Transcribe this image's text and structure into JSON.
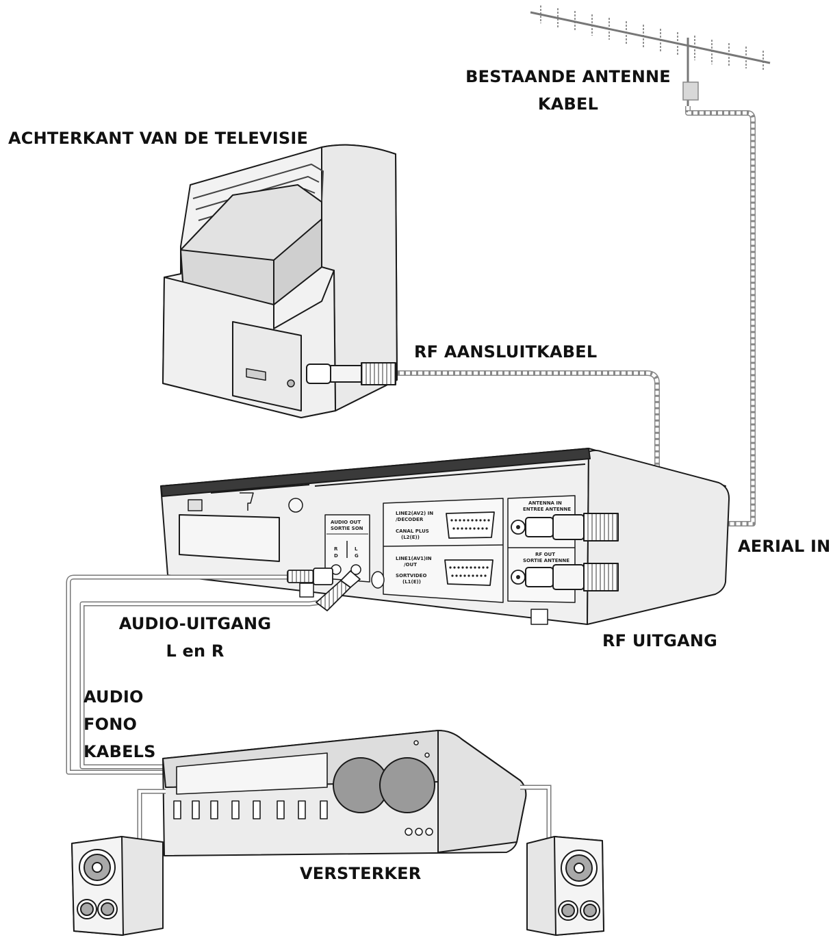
{
  "labels": {
    "antenna_line1": "BESTAANDE ANTENNE",
    "antenna_line2": "KABEL",
    "tv_back": "ACHTERKANT VAN DE TELEVISIE",
    "rf_cable": "RF AANSLUITKABEL",
    "aerial_in": "AERIAL IN",
    "rf_out": "RF UITGANG",
    "audio_out_line1": "AUDIO-UITGANG",
    "audio_out_line2": "L en R",
    "audio_cables_line1": "AUDIO",
    "audio_cables_line2": "FONO",
    "audio_cables_line3": "KABELS",
    "amplifier": "VERSTERKER"
  },
  "vcr_panel": {
    "audio_header_1": "AUDIO OUT",
    "audio_header_2": "SORTIE SON",
    "audio_r": "R",
    "audio_d": "D",
    "audio_l": "L",
    "audio_g": "G",
    "line2_1": "LINE2(AV2) IN",
    "line2_2": "/DECODER",
    "canal_1": "CANAL PLUS",
    "canal_2": "(L2(E))",
    "line1_1": "LINE1(AV1)IN",
    "line1_2": "/OUT",
    "line1_3": "SORTVIDEO",
    "line1_4": "(L1(E))",
    "ant_1": "ANTENNA IN",
    "ant_2": "ENTREE ANTENNE",
    "rfo_1": "RF OUT",
    "rfo_2": "SORTIE ANTENNE"
  },
  "colors": {
    "line": "#1a1a1a",
    "fill_light": "#f2f2f2",
    "fill_mid": "#e4e4e4",
    "fill_dark": "#cfcfcf",
    "speaker_cone": "#a9a9a9",
    "knob": "#9a9a9a"
  }
}
